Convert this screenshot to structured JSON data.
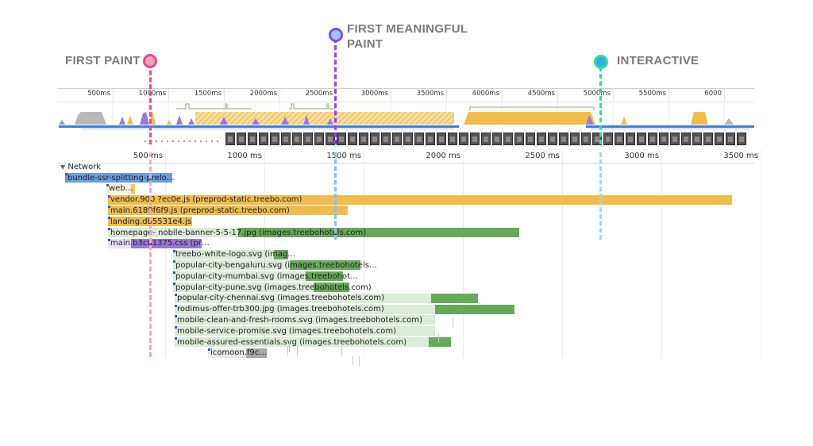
{
  "milestones": {
    "first_paint": {
      "label": "FIRST PAINT",
      "color": "#e8479a"
    },
    "first_meaningful_paint": {
      "line1": "FIRST MEANINGFUL",
      "line2": "PAINT",
      "color": "#8b46e6"
    },
    "interactive": {
      "label": "INTERACTIVE",
      "color": "#2ee08f"
    }
  },
  "overview_ticks": [
    "500ms",
    "1000ms",
    "1500ms",
    "2000ms",
    "2500ms",
    "3000ms",
    "3500ms",
    "4000ms",
    "4500ms",
    "5000ms",
    "5500ms",
    "6000"
  ],
  "main_ticks": [
    "500 ms",
    "1000 ms",
    "1500 ms",
    "2000 ms",
    "2500 ms",
    "3000 ms",
    "3500 ms"
  ],
  "network": {
    "header": "Network",
    "rows": [
      {
        "label": "bundle-ssr-splitting-prelo…",
        "color": "#6a9ee0"
      },
      {
        "label": "web…",
        "color": "#f2c463"
      },
      {
        "label": "vendor.900 ?ec0e.js (preprod-static.treebo.com)",
        "color": "#efbd4f"
      },
      {
        "label": "main.6189f6f9.js (preprod-static.treebo.com)",
        "color": "#efbd4f"
      },
      {
        "label": "landing.db5531e4.js",
        "color": "#efbd4f"
      },
      {
        "label": "homepage- nobile-banner-5-5-17.jpg (images.treebohotels.com)",
        "color": "#67a85b"
      },
      {
        "label": "main.b3c81375.css (pr…",
        "color": "#9a78d6"
      },
      {
        "label": "treebo-white-logo.svg (imag…",
        "color": "#67a85b"
      },
      {
        "label": "popular-city-bengaluru.svg (images.treebohotels…",
        "color": "#67a85b"
      },
      {
        "label": "popular-city-mumbai.svg (images.treebohot…",
        "color": "#67a85b"
      },
      {
        "label": "popular-city-pune.svg (images.treebohotels.com)",
        "color": "#67a85b"
      },
      {
        "label": "popular-city-chennai.svg (images.treebohotels.com)",
        "color": "#67a85b"
      },
      {
        "label": "rodimus-offer-trb300.jpg (images.treebohotels.com)",
        "color": "#67a85b"
      },
      {
        "label": "mobile-clean-and-fresh-rooms.svg (images.treebohotels.com)",
        "color": "#67a85b"
      },
      {
        "label": "mobile-service-promise.svg (images.treebohotels.com)",
        "color": "#67a85b"
      },
      {
        "label": "mobile-assured-essentials.svg (images.treebohotels.com)",
        "color": "#67a85b"
      },
      {
        "label": "icomoon.f9c…",
        "color": "#a8a8a8"
      }
    ]
  }
}
